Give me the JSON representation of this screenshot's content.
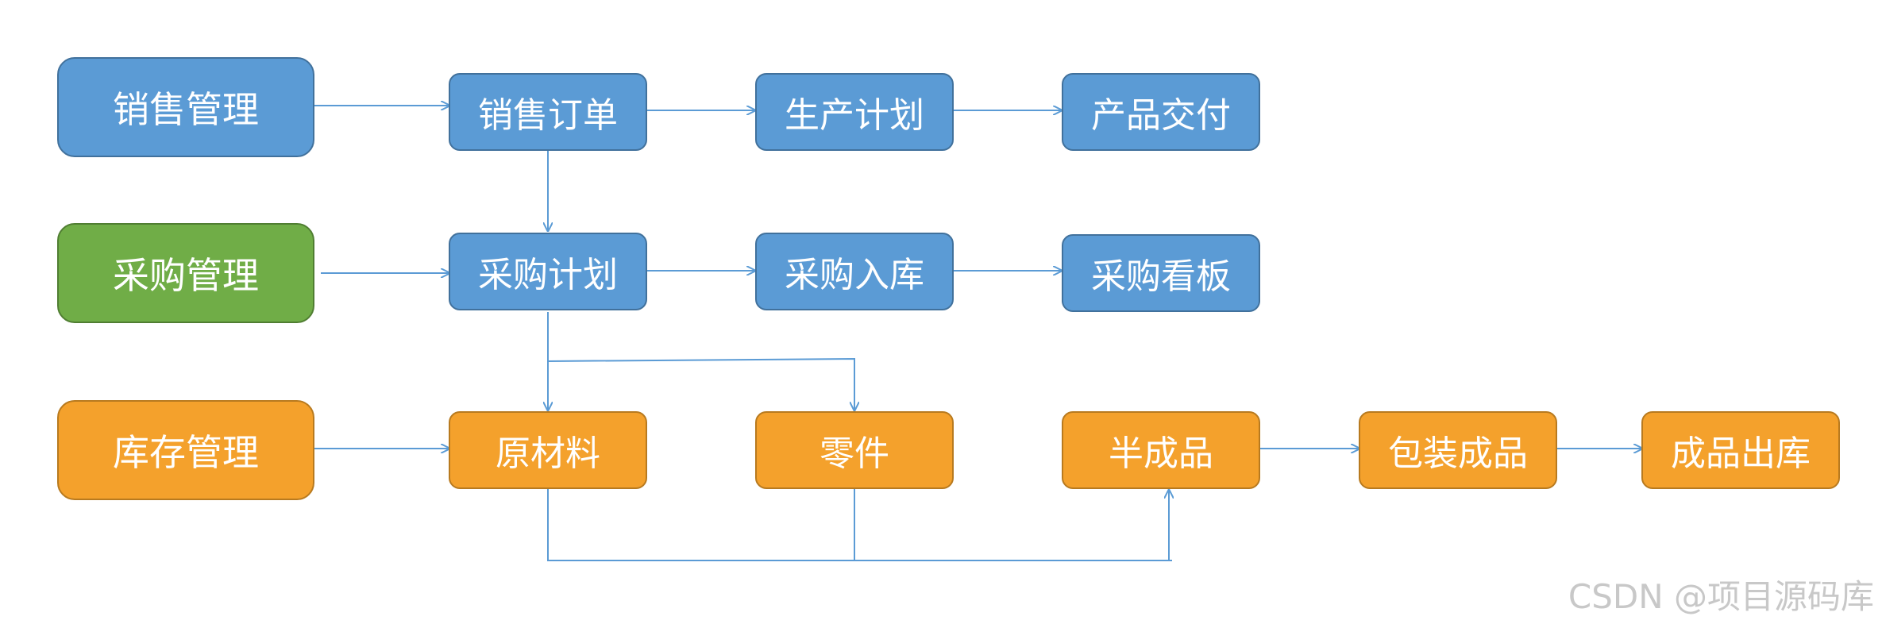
{
  "modules": {
    "sales": "销售管理",
    "purchase": "采购管理",
    "inventory": "库存管理"
  },
  "sales_flow": {
    "order": "销售订单",
    "production_plan": "生产计划",
    "delivery": "产品交付"
  },
  "purchase_flow": {
    "plan": "采购计划",
    "inbound": "采购入库",
    "board": "采购看板"
  },
  "inventory_flow": {
    "raw_material": "原材料",
    "parts": "零件",
    "semi_finished": "半成品",
    "packaging": "包装成品",
    "outbound": "成品出库"
  },
  "watermark": "CSDN @项目源码库",
  "colors": {
    "blue": "#5b9bd5",
    "green": "#70ad47",
    "orange": "#f4a12c",
    "connector": "#5b9bd5"
  }
}
